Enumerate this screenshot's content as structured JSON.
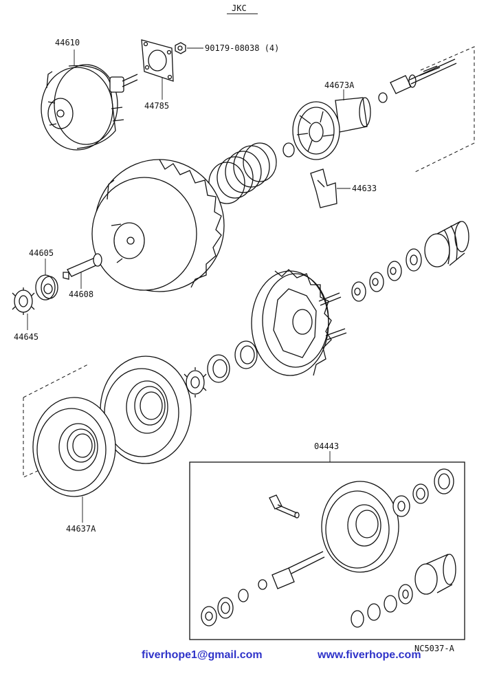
{
  "header": {
    "code": "JKC"
  },
  "parts": {
    "p44610": "44610",
    "p90179": "90179-08038 (4)",
    "p44785": "44785",
    "p44673a": "44673A",
    "p44633": "44633",
    "p44605": "44605",
    "p44608": "44608",
    "p44645": "44645",
    "p44637a": "44637A",
    "p04443": "04443"
  },
  "diagram_code": "NC5037-A",
  "footer": {
    "email": "fiverhope1@gmail.com",
    "website": "www.fiverhope.com"
  },
  "colors": {
    "footer_text": "#2f33c9",
    "line": "#111111"
  }
}
